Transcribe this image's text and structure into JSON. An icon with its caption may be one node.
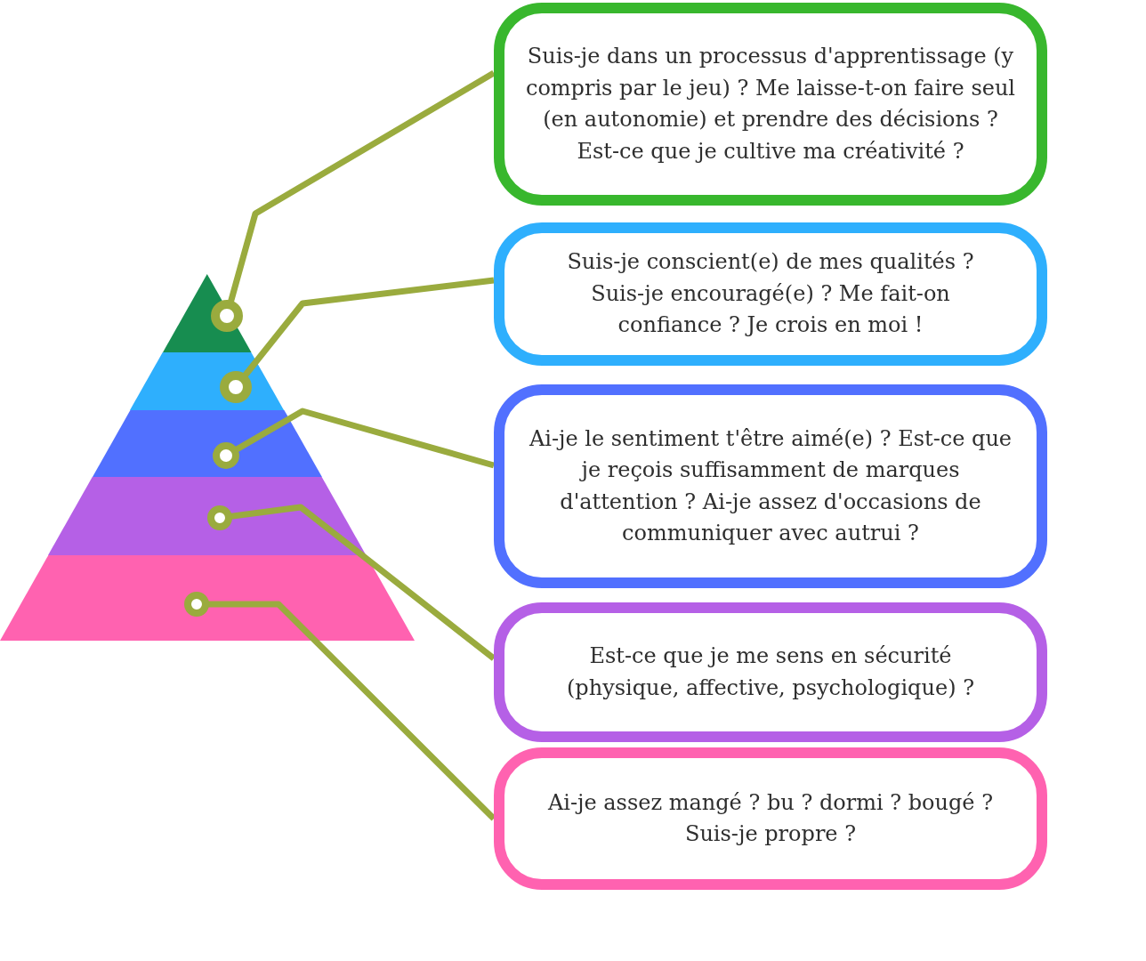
{
  "diagram": {
    "nodes": [
      {
        "text": [],
        "shape": "triangle"
      },
      {
        "text": [],
        "shape": "trapezoid"
      },
      {
        "text": [],
        "shape": "trapezoid"
      },
      {
        "text": [],
        "shape": "trapezoid"
      },
      {
        "text": [],
        "shape": "trapezoid"
      },
      {
        "text": [
          "Suis-je dans un processus d'apprentissage (y compris par le jeu) ?  Me laisse-t-on faire seul (en autonomie) et prendre des décisions ? Est-ce que je cultive ma créativité ?"
        ]
      },
      {
        "text": [
          "Suis-je conscient(e) de mes qualités ? Suis-je encouragé(e) ? Me fait-on confiance ? Je crois en moi !"
        ]
      },
      {
        "text": [
          "Ai-je le sentiment t'être aimé(e) ? Est-ce que je reçois suffisamment de marques d'attention ? Ai-je assez d'occasions de communiquer avec autrui ?"
        ]
      },
      {
        "text": [
          "Est-ce que je me sens en sécurité (physique, affective, psychologique) ?"
        ]
      },
      {
        "text": [
          "Ai-je assez mangé ? bu ? dormi ? bougé ? Suis-je propre ?"
        ]
      }
    ],
    "edges": [
      {
        "from": 5,
        "to": 0,
        "arrow": "other"
      },
      {
        "from": 6,
        "to": 1,
        "arrow": "other"
      },
      {
        "from": 7,
        "to": 2,
        "arrow": "other"
      },
      {
        "from": 8,
        "to": 3,
        "arrow": "other"
      },
      {
        "from": 9,
        "to": 4,
        "arrow": "other"
      }
    ]
  }
}
